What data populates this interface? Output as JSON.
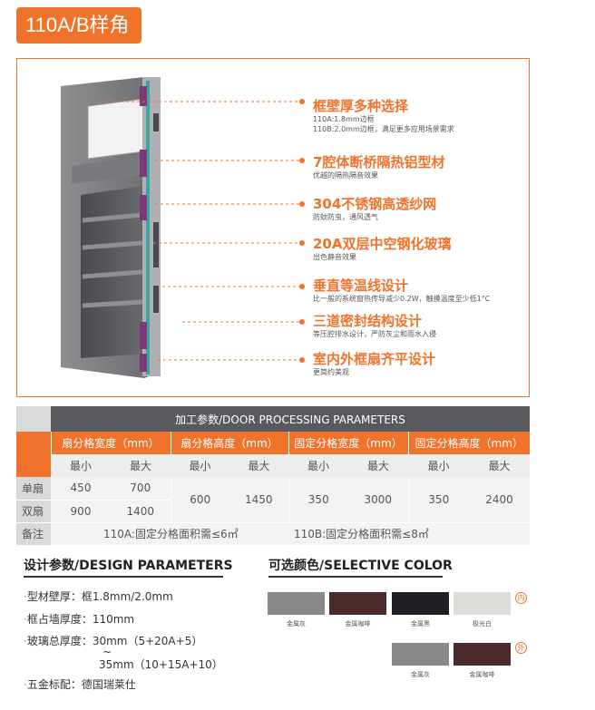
{
  "title": "110A/B样角",
  "features": [
    {
      "title": "框壁厚多种选择",
      "sub": [
        "110A:1.8mm边框",
        "110B:2.0mm边框，满足更多应用场景需求"
      ]
    },
    {
      "title": "7腔体断桥隔热铝型材",
      "sub": [
        "优越的隔热隔音效果"
      ]
    },
    {
      "title": "304不锈钢高透纱网",
      "sub": [
        "防蚊防虫，通风透气"
      ]
    },
    {
      "title": "20A双层中空钢化玻璃",
      "sub": [
        "出色静音效果"
      ]
    },
    {
      "title": "垂直等温线设计",
      "sub": [
        "比一般的系统窗热传导减少0.2W，触摸温度至少低1°C"
      ]
    },
    {
      "title": "三道密封结构设计",
      "sub": [
        "等压腔排水设计，严防灰尘和雨水入侵"
      ]
    },
    {
      "title": "室内外框扇齐平设计",
      "sub": [
        "更简约美观"
      ]
    }
  ],
  "table": {
    "header": "加工参数/DOOR PROCESSING PARAMETERS",
    "columns": [
      "扇分格宽度（mm）",
      "扇分格高度（mm）",
      "固定分格宽度（mm）",
      "固定分格高度（mm）"
    ],
    "min": "最小",
    "max": "最大",
    "row1_label": "单扇",
    "row2_label": "双扇",
    "note_label": "备注",
    "single_w_min": "450",
    "single_w_max": "700",
    "double_w_min": "900",
    "double_w_max": "1400",
    "h_min": "600",
    "h_max": "1450",
    "fw_min": "350",
    "fw_max": "3000",
    "fh_min": "350",
    "fh_max": "2400",
    "note_a": "110A:固定分格面积需≤6㎡",
    "note_b": "110B:固定分格面积需≤8㎡"
  },
  "design": {
    "title": "设计参数/DESIGN PARAMETERS",
    "items": [
      "型材壁厚：框1.8mm/2.0mm",
      "框占墙厚度：110mm",
      "玻璃总厚度：30mm（5+20A+5）",
      "35mm（10+15A+10）",
      "五金标配：德国瑞莱仕"
    ],
    "tilde": "~"
  },
  "colors": {
    "title": "可选颜色/SELECTIVE COLOR",
    "inner_badge": "内",
    "outer_badge": "外",
    "inner": [
      {
        "name": "金属灰",
        "hex": "#8a8a8a"
      },
      {
        "name": "金属咖啡",
        "hex": "#4a2a2a"
      },
      {
        "name": "金属黑",
        "hex": "#1e2026"
      },
      {
        "name": "极光白",
        "hex": "#dcdcd8"
      }
    ],
    "outer": [
      {
        "name": "金属灰",
        "hex": "#8a8a8a"
      },
      {
        "name": "金属咖啡",
        "hex": "#4a2a2a"
      }
    ],
    "accent": "#f0732c"
  }
}
